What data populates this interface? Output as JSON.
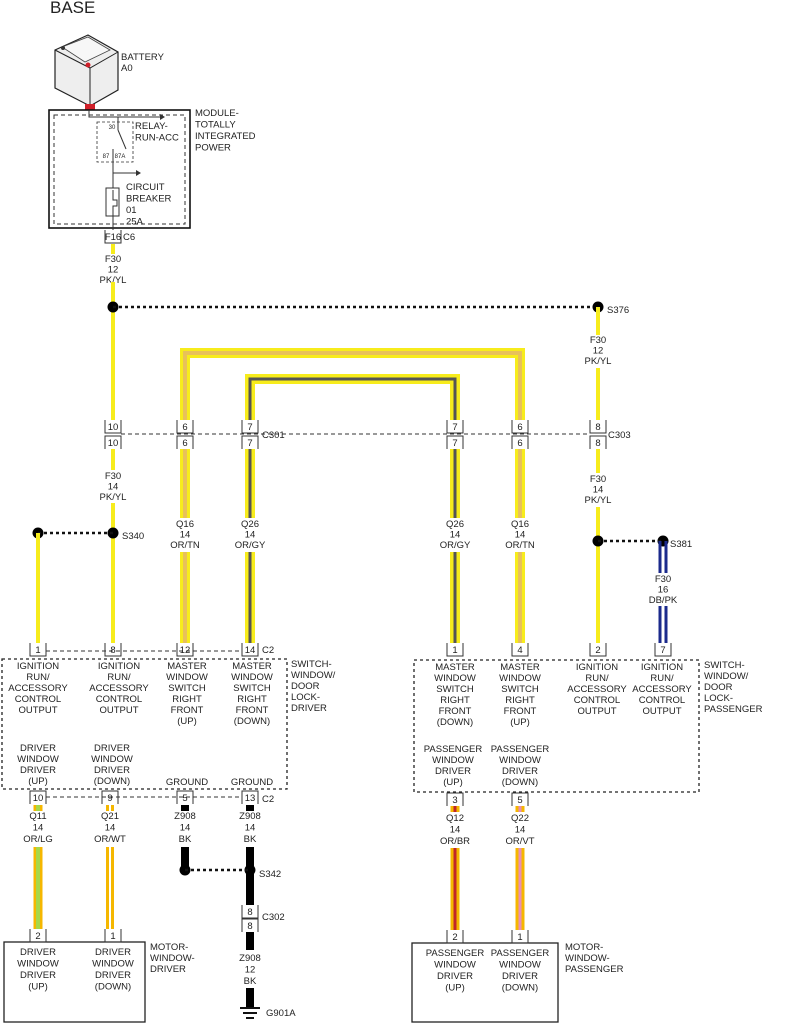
{
  "title": "BASE",
  "battery": {
    "label": [
      "BATTERY",
      "A0"
    ]
  },
  "tipm": {
    "label": [
      "MODULE-",
      "TOTALLY",
      "INTEGRATED",
      "POWER"
    ],
    "relay": [
      "RELAY-",
      "RUN-ACC"
    ],
    "relay_pins": [
      "30",
      "87",
      "87A"
    ],
    "breaker": [
      "CIRCUIT",
      "BREAKER",
      "01",
      "25A"
    ],
    "connector_pin": "F16",
    "connector": "C6"
  },
  "wires": {
    "f30_main": [
      "F30",
      "12",
      "PK/YL"
    ],
    "f30_right": [
      "F30",
      "12",
      "PK/YL"
    ],
    "f30_left_lower": [
      "F30",
      "14",
      "PK/YL"
    ],
    "f30_right_lower": [
      "F30",
      "14",
      "PK/YL"
    ],
    "q16_left": [
      "Q16",
      "14",
      "OR/TN"
    ],
    "q26_left": [
      "Q26",
      "14",
      "OR/GY"
    ],
    "q26_right": [
      "Q26",
      "14",
      "OR/GY"
    ],
    "q16_right": [
      "Q16",
      "14",
      "OR/TN"
    ],
    "f30_blue": [
      "F30",
      "16",
      "DB/PK"
    ],
    "q11": [
      "Q11",
      "14",
      "OR/LG"
    ],
    "q21": [
      "Q21",
      "14",
      "OR/WT"
    ],
    "z908_a": [
      "Z908",
      "14",
      "BK"
    ],
    "z908_b": [
      "Z908",
      "14",
      "BK"
    ],
    "z908_ground": [
      "Z908",
      "12",
      "BK"
    ],
    "q12": [
      "Q12",
      "14",
      "OR/BR"
    ],
    "q22": [
      "Q22",
      "14",
      "OR/VT"
    ]
  },
  "splices": {
    "s376": "S376",
    "s340": "S340",
    "s342": "S342",
    "s381": "S381"
  },
  "connectors": {
    "c301": {
      "label": "C301",
      "pins_left": [
        "10",
        "6",
        "7"
      ],
      "pins_right": [
        "7",
        "6"
      ]
    },
    "c303": {
      "label": "C303",
      "pin": "8"
    },
    "c302": {
      "label": "C302",
      "pin": "8"
    },
    "ground": "G901A"
  },
  "driver_switch": {
    "label": [
      "SWITCH-",
      "WINDOW/",
      "DOOR",
      "LOCK-",
      "DRIVER"
    ],
    "connector": "C2",
    "top_pins": [
      "1",
      "8",
      "12",
      "14"
    ],
    "top_labels": [
      [
        "IGNITION",
        "RUN/",
        "ACCESSORY",
        "CONTROL",
        "OUTPUT"
      ],
      [
        "IGNITION",
        "RUN/",
        "ACCESSORY",
        "CONTROL",
        "OUTPUT"
      ],
      [
        "MASTER",
        "WINDOW",
        "SWITCH",
        "RIGHT",
        "FRONT",
        "(UP)"
      ],
      [
        "MASTER",
        "WINDOW",
        "SWITCH",
        "RIGHT",
        "FRONT",
        "(DOWN)"
      ]
    ],
    "bottom_pins": [
      "10",
      "9",
      "5",
      "13"
    ],
    "bottom_labels": [
      [
        "DRIVER",
        "WINDOW",
        "DRIVER",
        "(UP)"
      ],
      [
        "DRIVER",
        "WINDOW",
        "DRIVER",
        "(DOWN)"
      ],
      [
        "GROUND"
      ],
      [
        "GROUND"
      ]
    ]
  },
  "passenger_switch": {
    "label": [
      "SWITCH-",
      "WINDOW/",
      "DOOR",
      "LOCK-",
      "PASSENGER"
    ],
    "top_pins": [
      "1",
      "4",
      "2",
      "7"
    ],
    "top_labels": [
      [
        "MASTER",
        "WINDOW",
        "SWITCH",
        "RIGHT",
        "FRONT",
        "(DOWN)"
      ],
      [
        "MASTER",
        "WINDOW",
        "SWITCH",
        "RIGHT",
        "FRONT",
        "(UP)"
      ],
      [
        "IGNITION",
        "RUN/",
        "ACCESSORY",
        "CONTROL",
        "OUTPUT"
      ],
      [
        "IGNITION",
        "RUN/",
        "ACCESSORY",
        "CONTROL",
        "OUTPUT"
      ]
    ],
    "bottom_pins": [
      "3",
      "5"
    ],
    "bottom_labels": [
      [
        "PASSENGER",
        "WINDOW",
        "DRIVER",
        "(UP)"
      ],
      [
        "PASSENGER",
        "WINDOW",
        "DRIVER",
        "(DOWN)"
      ]
    ]
  },
  "motor_driver": {
    "label": [
      "MOTOR-",
      "WINDOW-",
      "DRIVER"
    ],
    "pins": [
      "2",
      "1"
    ],
    "labels": [
      [
        "DRIVER",
        "WINDOW",
        "DRIVER",
        "(UP)"
      ],
      [
        "DRIVER",
        "WINDOW",
        "DRIVER",
        "(DOWN)"
      ]
    ]
  },
  "motor_passenger": {
    "label": [
      "MOTOR-",
      "WINDOW-",
      "PASSENGER"
    ],
    "pins": [
      "2",
      "1"
    ],
    "labels": [
      [
        "PASSENGER",
        "WINDOW",
        "DRIVER",
        "(UP)"
      ],
      [
        "PASSENGER",
        "WINDOW",
        "DRIVER",
        "(DOWN)"
      ]
    ]
  },
  "colors": {
    "yellow": "#f7ec1c",
    "orange": "#f5b700",
    "tan": "#e8c15a",
    "gray": "#555555",
    "light_green": "#a6d84a",
    "white": "#ffffff",
    "brown": "#c0262a",
    "violet": "#e98fb7",
    "dark_blue": "#1b2a8c",
    "black": "#000000",
    "red": "#d0202a"
  }
}
